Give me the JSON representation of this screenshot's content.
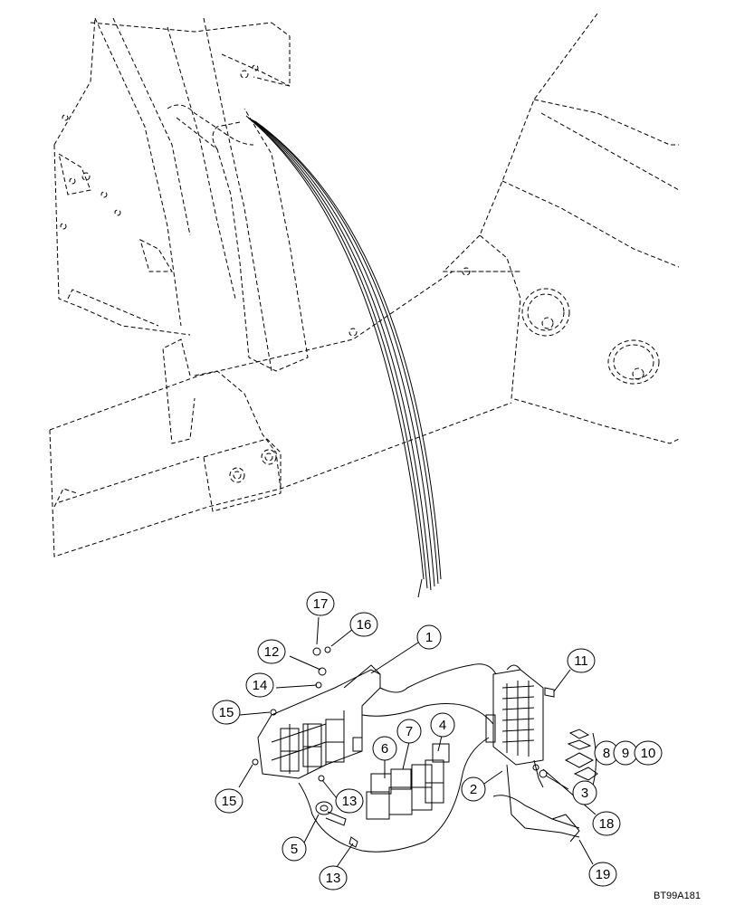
{
  "drawing_code": "BT99A181",
  "callouts": [
    {
      "id": "c17",
      "label": "17"
    },
    {
      "id": "c16",
      "label": "16"
    },
    {
      "id": "c1",
      "label": "1"
    },
    {
      "id": "c12",
      "label": "12"
    },
    {
      "id": "c14",
      "label": "14"
    },
    {
      "id": "c11",
      "label": "11"
    },
    {
      "id": "c15a",
      "label": "15"
    },
    {
      "id": "c4",
      "label": "4"
    },
    {
      "id": "c7",
      "label": "7"
    },
    {
      "id": "c6",
      "label": "6"
    },
    {
      "id": "c8",
      "label": "8"
    },
    {
      "id": "c9",
      "label": "9"
    },
    {
      "id": "c10",
      "label": "10"
    },
    {
      "id": "c15b",
      "label": "15"
    },
    {
      "id": "c13a",
      "label": "13"
    },
    {
      "id": "c2",
      "label": "2"
    },
    {
      "id": "c3",
      "label": "3"
    },
    {
      "id": "c18",
      "label": "18"
    },
    {
      "id": "c5",
      "label": "5"
    },
    {
      "id": "c13b",
      "label": "13"
    },
    {
      "id": "c19",
      "label": "19"
    }
  ]
}
